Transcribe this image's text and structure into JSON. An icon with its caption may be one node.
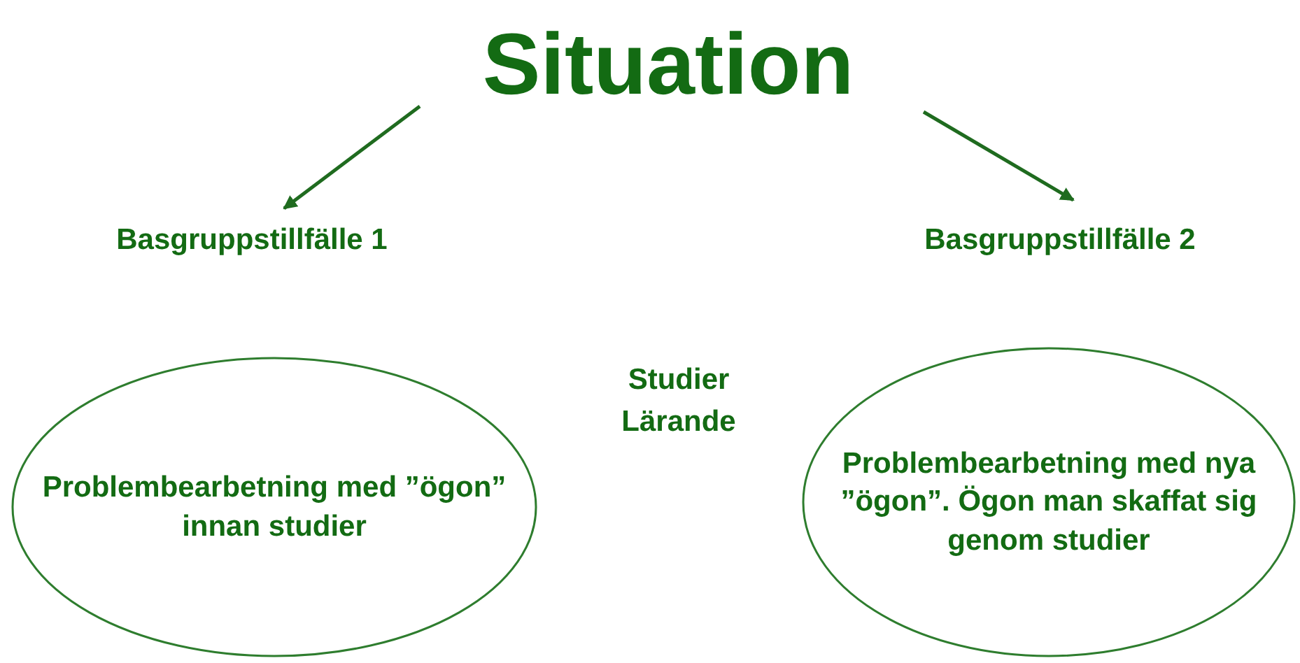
{
  "diagram": {
    "nodes": [
      {
        "text": [
          "Situation"
        ]
      },
      {
        "text": [
          "Basgruppstillfälle 1"
        ]
      },
      {
        "text": [
          "Basgruppstillfälle 2"
        ]
      },
      {
        "text": [
          "Problembearbetning med ”ögon” innan studier"
        ]
      },
      {
        "text": [
          "Problembearbetning med nya ”ögon”. Ögon man skaffat sig genom studier"
        ]
      }
    ],
    "edges": [
      {
        "from": 0,
        "to": 1,
        "arrow": "to"
      },
      {
        "from": 0,
        "to": 2,
        "arrow": "to"
      }
    ],
    "labels": [
      "Studier Lärande"
    ]
  }
}
